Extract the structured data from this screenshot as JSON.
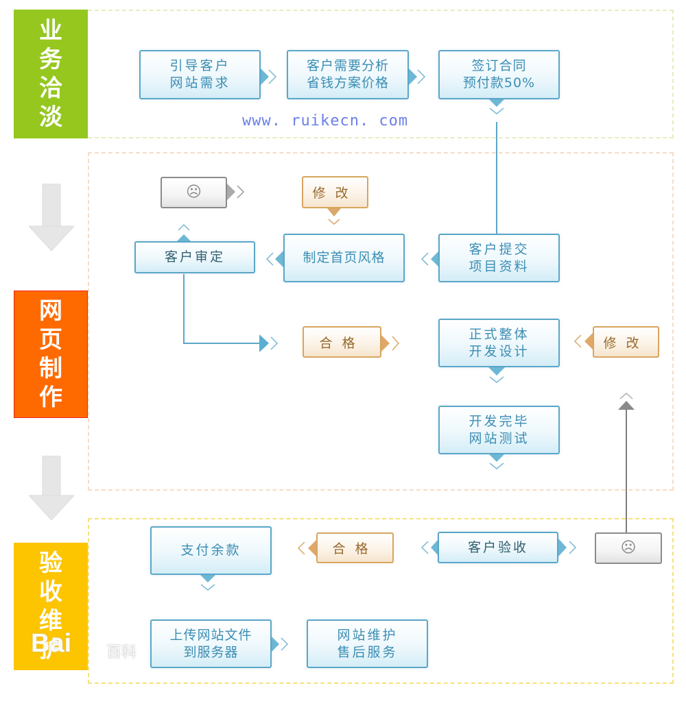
{
  "stages": [
    {
      "id": "business",
      "chars": [
        "业",
        "务",
        "洽",
        "淡"
      ],
      "color": "#95c71e"
    },
    {
      "id": "production",
      "chars": [
        "网",
        "页",
        "制",
        "作"
      ],
      "color": "#ff6a00"
    },
    {
      "id": "acceptance",
      "chars": [
        "验",
        "收",
        "维",
        "护"
      ],
      "color": "#fdc400"
    }
  ],
  "nodes": {
    "guide_client": [
      "引导客户",
      "网站需求"
    ],
    "analysis": [
      "客户需要分析",
      "省钱方案价格"
    ],
    "contract": [
      "签订合同",
      "预付款50%"
    ],
    "client_submit": [
      "客户提交",
      "项目资料"
    ],
    "homepage_style": [
      "制定首页风格"
    ],
    "client_review": [
      "客户审定"
    ],
    "formal_dev": [
      "正式整体",
      "开发设计"
    ],
    "dev_done": [
      "开发完毕",
      "网站测试"
    ],
    "client_accept": [
      "客户验收"
    ],
    "pay_balance": [
      "支付余款"
    ],
    "upload_files": [
      "上传网站文件",
      "到服务器"
    ],
    "maintenance": [
      "网站维护",
      "售后服务"
    ]
  },
  "labels": {
    "revise_1": "修改",
    "revise_2": "修改",
    "qualified_1": "合格",
    "qualified_2": "合格",
    "sad_face": "︰︵"
  },
  "watermarks": {
    "url": "www. ruikecn. com",
    "baidu": "Bai",
    "baidu_sub": "百科"
  },
  "colors": {
    "box_border": "#5ba6c8",
    "box_text": "#3b8db3",
    "tan_border": "#d7a55e",
    "connector_blue": "#5ba6c8",
    "connector_gray": "#7d7d7d"
  }
}
